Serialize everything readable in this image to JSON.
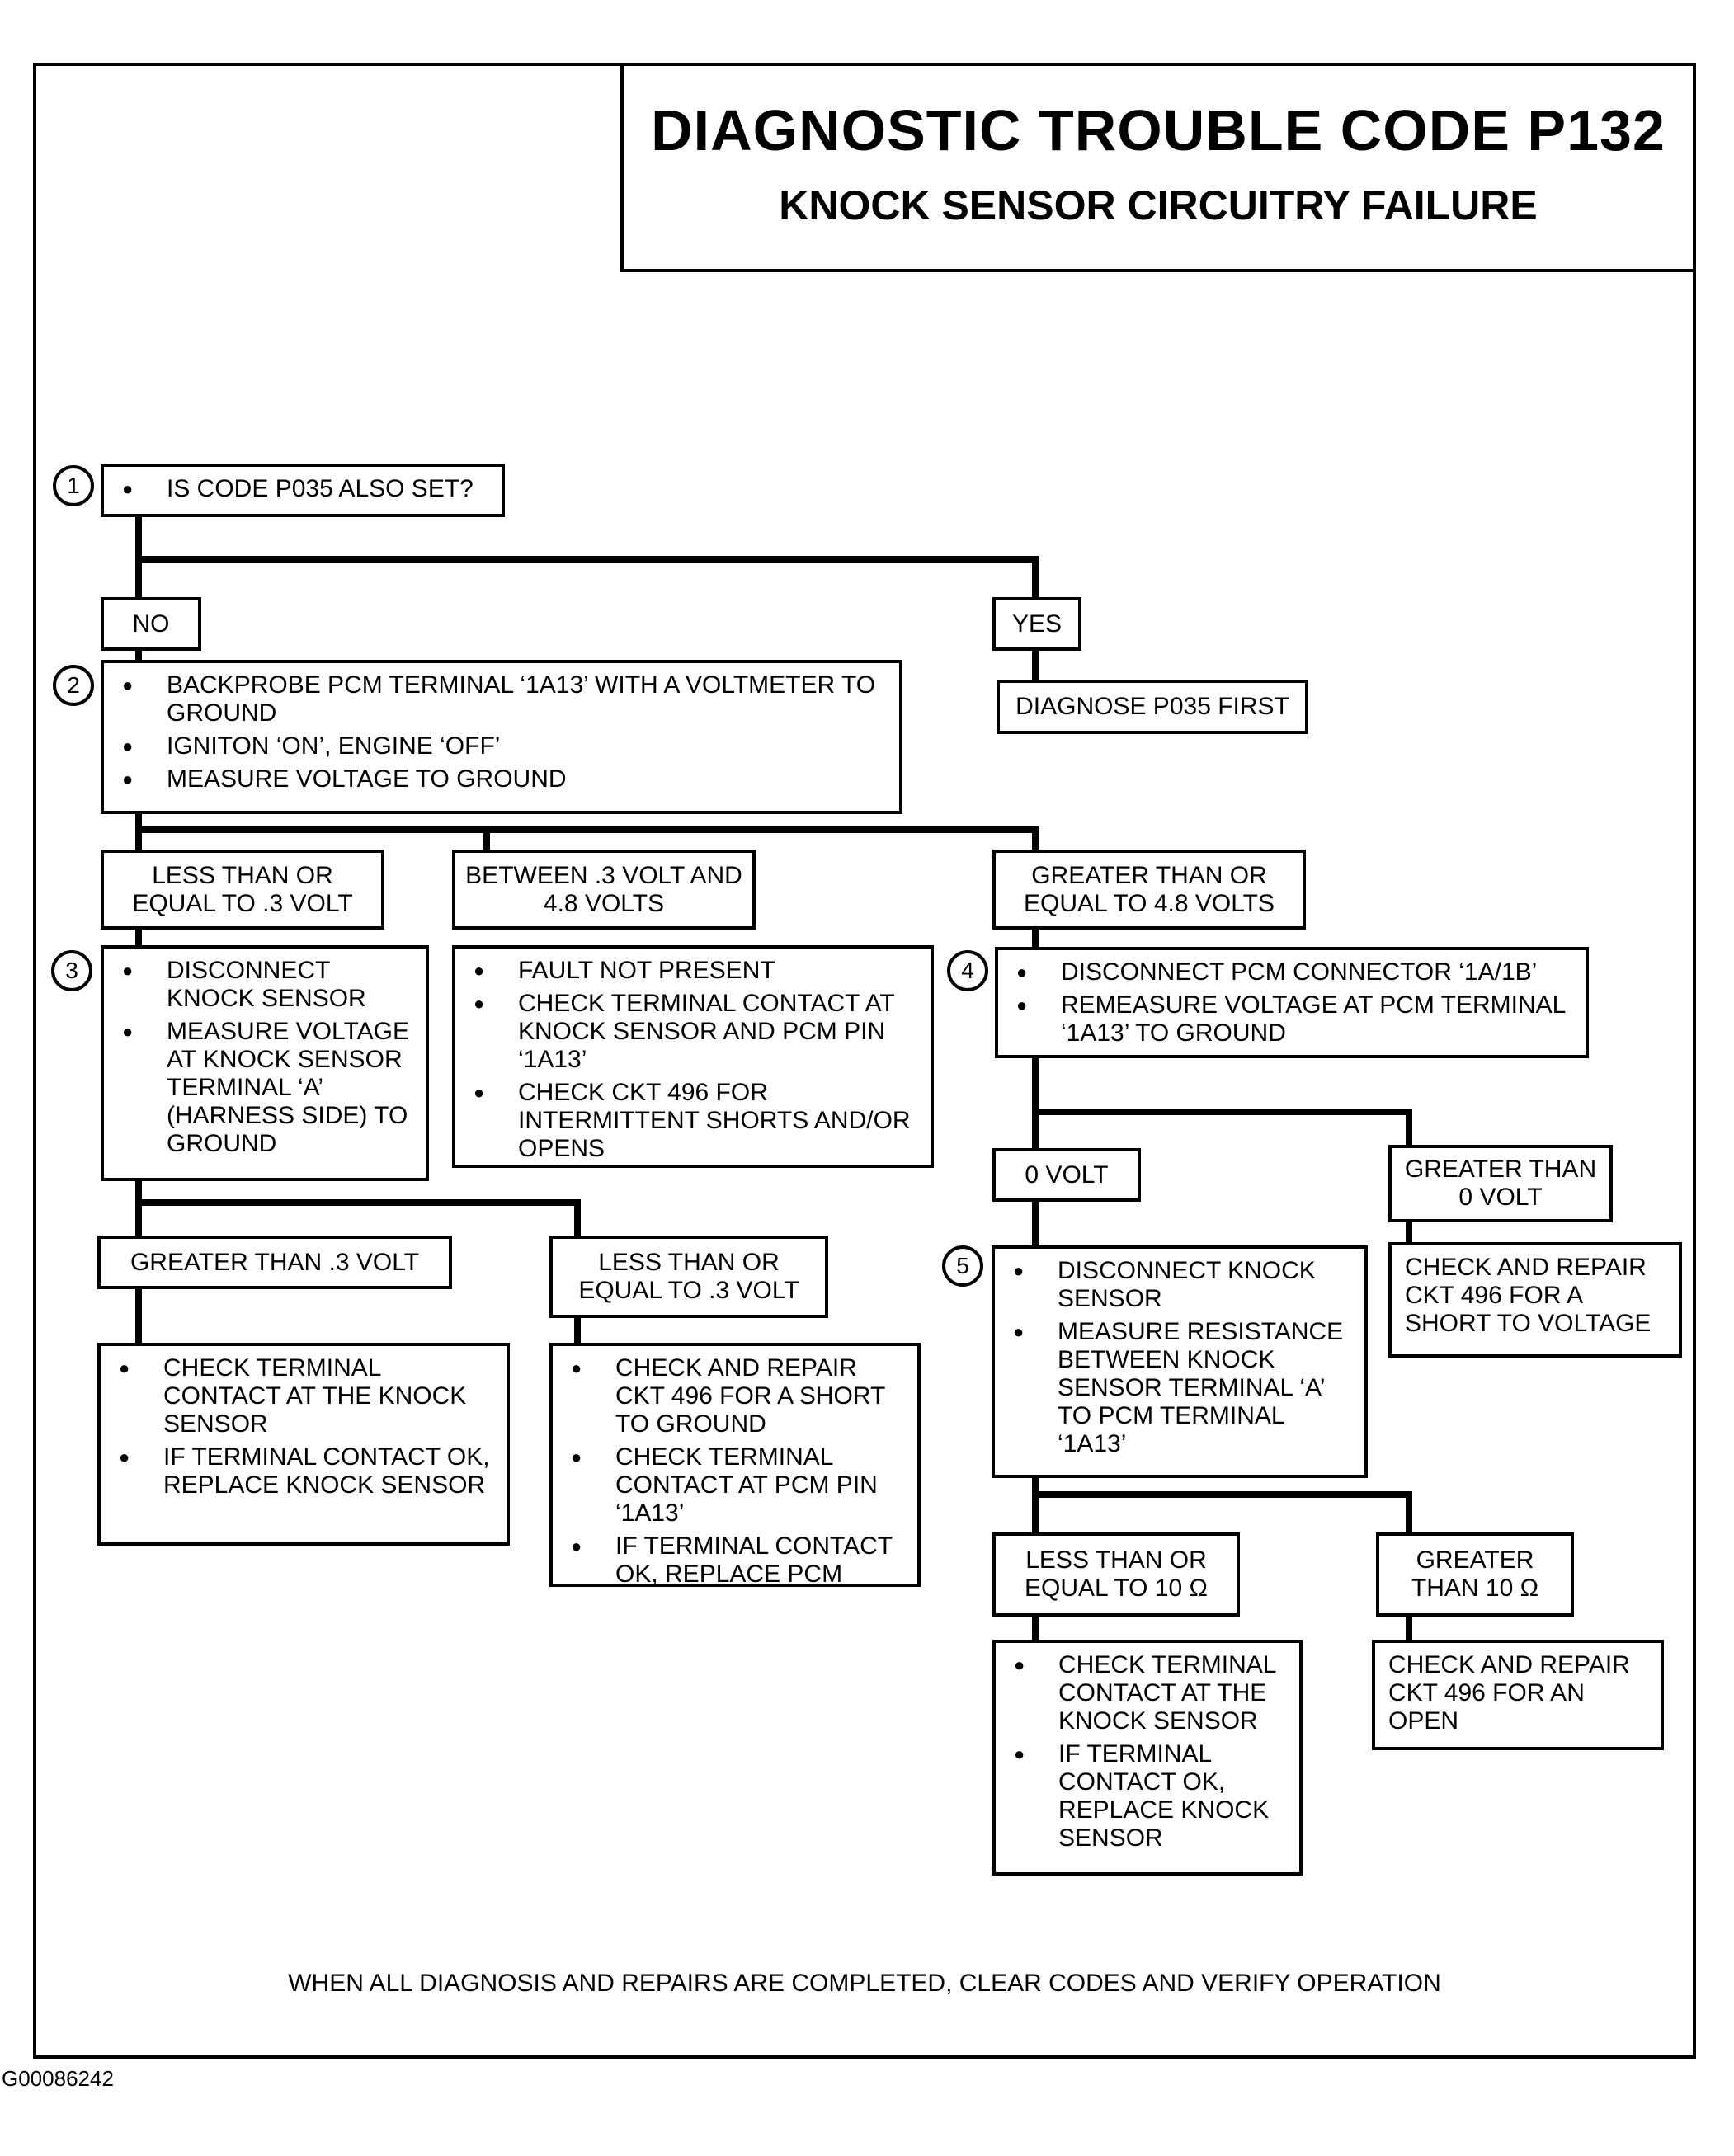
{
  "header": {
    "title": "DIAGNOSTIC TROUBLE CODE P132",
    "subtitle": "KNOCK SENSOR CIRCUITRY FAILURE"
  },
  "steps": {
    "s1": {
      "number": "1",
      "items": [
        "IS CODE P035 ALSO SET?"
      ]
    },
    "s2": {
      "number": "2",
      "items": [
        "BACKPROBE PCM TERMINAL ‘1A13’ WITH A VOLTMETER TO GROUND",
        "IGNITON ‘ON’, ENGINE ‘OFF’",
        " MEASURE VOLTAGE TO GROUND"
      ]
    },
    "s3": {
      "number": "3",
      "items": [
        "DISCONNECT KNOCK SENSOR",
        " MEASURE VOLTAGE AT  KNOCK SENSOR TERMINAL ‘A’ (HARNESS SIDE) TO GROUND"
      ]
    },
    "s4": {
      "number": "4",
      "items": [
        "DISCONNECT PCM CONNECTOR ‘1A/1B’",
        "REMEASURE VOLTAGE AT PCM  TERMINAL ‘1A13’ TO GROUND"
      ]
    },
    "s5": {
      "number": "5",
      "items": [
        "DISCONNECT KNOCK SENSOR",
        " MEASURE RESISTANCE BETWEEN KNOCK SENSOR TERMINAL ‘A’ TO PCM TERMINAL ‘1A13’"
      ]
    }
  },
  "labels": {
    "no": "NO",
    "yes": "YES",
    "lt_03_a": "LESS THAN OR EQUAL TO .3 VOLT",
    "between": "BETWEEN .3 VOLT AND 4.8 VOLTS",
    "gt_48": "GREATER THAN OR EQUAL TO 4.8 VOLTS",
    "gt_03": "GREATER THAN .3 VOLT",
    "lt_03_b": "LESS THAN OR EQUAL TO .3 VOLT",
    "zero_volt": "0 VOLT",
    "gt_0": "GREATER THAN 0 VOLT",
    "lt_10": "LESS THAN OR EQUAL TO 10 Ω",
    "gt_10": "GREATER THAN 10 Ω"
  },
  "results": {
    "diagnose_p035": "DIAGNOSE P035 FIRST",
    "fault_not_present": [
      "FAULT NOT PRESENT",
      "CHECK TERMINAL CONTACT AT KNOCK SENSOR AND PCM PIN ‘1A13’",
      "CHECK CKT 496 FOR INTERMITTENT SHORTS AND/OR OPENS"
    ],
    "check_knock_contact": [
      "CHECK TERMINAL CONTACT AT THE KNOCK SENSOR",
      "IF TERMINAL CONTACT OK, REPLACE KNOCK SENSOR"
    ],
    "check_short_ground": [
      "CHECK AND REPAIR CKT 496 FOR A SHORT TO GROUND",
      "CHECK TERMINAL CONTACT AT PCM PIN ‘1A13’",
      "IF TERMINAL CONTACT OK, REPLACE PCM"
    ],
    "check_short_voltage": "CHECK AND REPAIR CKT 496 FOR A SHORT TO VOLTAGE",
    "check_knock_contact_2": [
      "CHECK TERMINAL CONTACT AT THE KNOCK SENSOR",
      "IF TERMINAL CONTACT OK, REPLACE KNOCK SENSOR"
    ],
    "check_open": "CHECK AND REPAIR CKT 496 FOR AN OPEN"
  },
  "footer": "WHEN ALL DIAGNOSIS AND REPAIRS ARE COMPLETED, CLEAR CODES AND VERIFY OPERATION",
  "figure_id": "G00086242"
}
